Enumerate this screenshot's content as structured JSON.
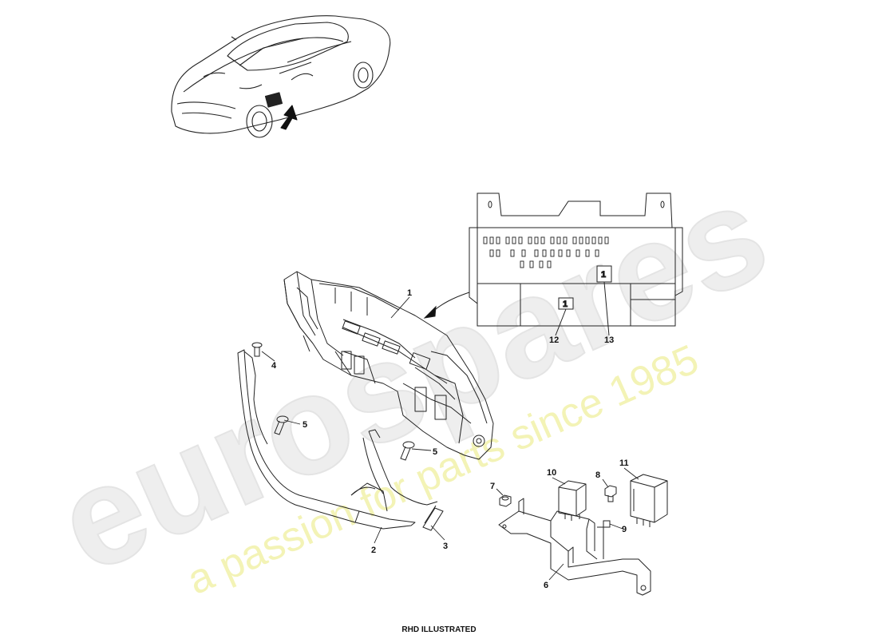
{
  "watermark": {
    "brand": "eurospares",
    "tagline": "a passion for parts since 1985",
    "brand_color": "#eeeeee",
    "tagline_color": "#f3f3b6"
  },
  "caption": "RHD ILLUSTRATED",
  "callouts": {
    "n1": "1",
    "n2": "2",
    "n3": "3",
    "n4": "4",
    "n5a": "5",
    "n5b": "5",
    "n6": "6",
    "n7": "7",
    "n8": "8",
    "n9": "9",
    "n10": "10",
    "n11": "11",
    "n12": "12",
    "n13": "13"
  },
  "boxed_labels": {
    "a": "1",
    "b": "1"
  },
  "line_color": "#222222"
}
